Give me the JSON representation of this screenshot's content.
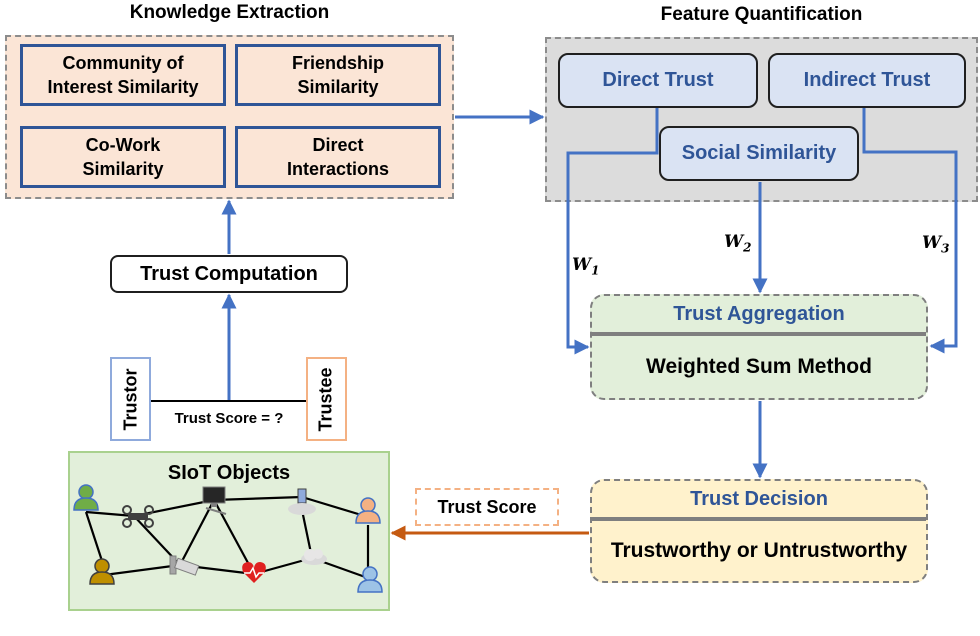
{
  "knowledge_extraction": {
    "title": "Knowledge Extraction",
    "items": [
      {
        "line1": "Community of",
        "line2": "Interest Similarity"
      },
      {
        "line1": "Friendship",
        "line2": "Similarity"
      },
      {
        "line1": "Co-Work",
        "line2": "Similarity"
      },
      {
        "line1": "Direct",
        "line2": "Interactions"
      }
    ]
  },
  "feature_quantification": {
    "title": "Feature Quantification",
    "direct_trust": "Direct Trust",
    "indirect_trust": "Indirect Trust",
    "social_similarity": "Social Similarity"
  },
  "weights": {
    "w1": {
      "symbol": "W",
      "sub": "1"
    },
    "w2": {
      "symbol": "W",
      "sub": "2"
    },
    "w3": {
      "symbol": "W",
      "sub": "3"
    }
  },
  "trust_computation": "Trust Computation",
  "trust_aggregation": {
    "header": "Trust Aggregation",
    "body": "Weighted Sum Method"
  },
  "trust_decision": {
    "header": "Trust Decision",
    "body": "Trustworthy or Untrustworthy"
  },
  "trustor": "Trustor",
  "trustee": "Trustee",
  "trust_score_query": "Trust Score = ?",
  "trust_score_label": "Trust Score",
  "siot_objects": {
    "title": "SIoT Objects"
  },
  "colors": {
    "arrow_blue": "#4472c4",
    "arrow_orange": "#c55a11",
    "box_border_blue": "#2f5597",
    "trustor_border": "#8faadc",
    "trustee_border": "#f4b183"
  }
}
